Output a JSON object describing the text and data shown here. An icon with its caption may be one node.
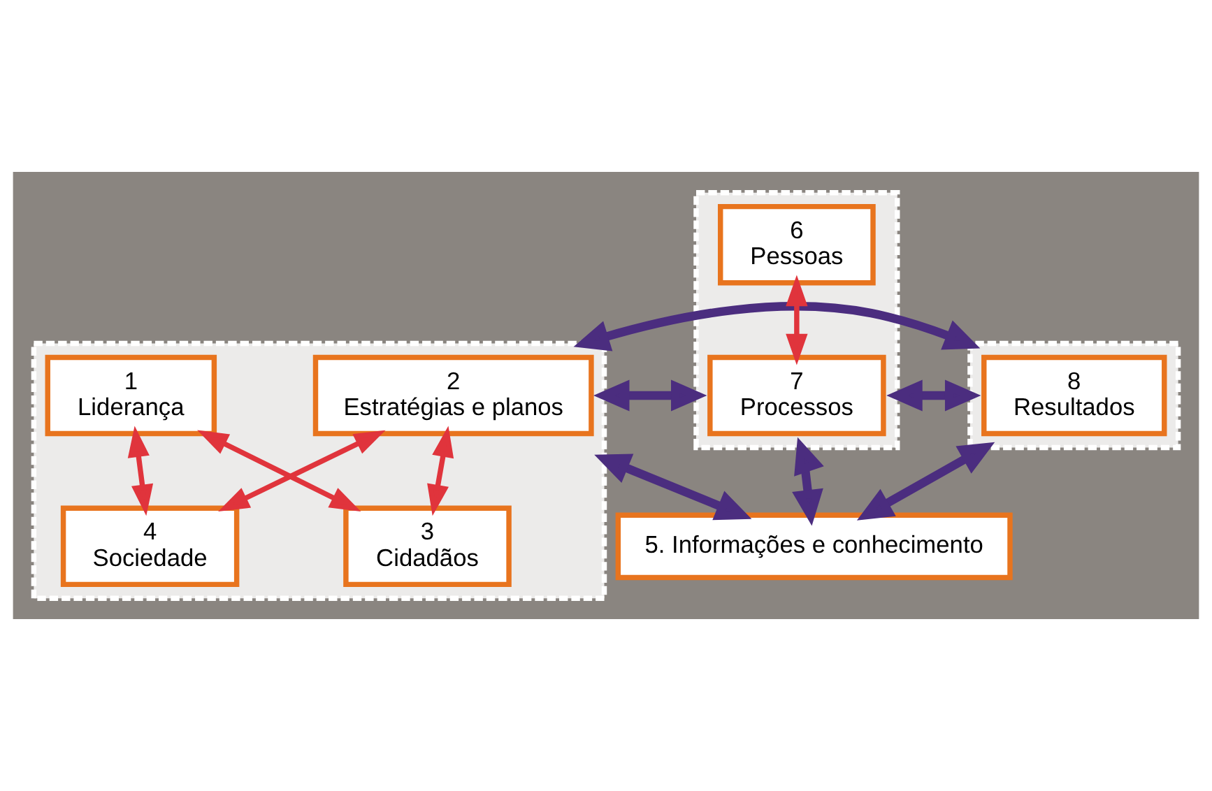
{
  "diagram": {
    "nodes": [
      {
        "text": [],
        "shape": "box"
      },
      {
        "text": [
          "1",
          "Liderança"
        ],
        "in": 0
      },
      {
        "text": [
          "2",
          "Estratégias e planos"
        ],
        "in": 0
      },
      {
        "text": [
          "3",
          "Cidadãos"
        ],
        "in": 0
      },
      {
        "text": [
          "4",
          "Sociedade"
        ],
        "in": 0
      },
      {
        "text": [],
        "shape": "box"
      },
      {
        "text": [
          "6",
          "Pessoas"
        ],
        "in": 5
      },
      {
        "text": [
          "7",
          "Processos"
        ],
        "in": 5
      },
      {
        "text": [],
        "shape": "box"
      },
      {
        "text": [
          "8",
          "Resultados"
        ],
        "in": 8
      },
      {
        "text": [
          "5. Informações e conhecimento"
        ]
      }
    ],
    "edges": [
      {
        "from": 0,
        "to": 8,
        "arrow": "both"
      },
      {
        "from": 1,
        "to": 3,
        "arrow": "both",
        "color": "#e0343c"
      },
      {
        "from": 3,
        "to": 2,
        "arrow": "both",
        "color": "#e0343c"
      },
      {
        "from": 2,
        "to": 4,
        "arrow": "both",
        "color": "#e0343c"
      },
      {
        "from": 1,
        "to": 4,
        "arrow": "both",
        "color": "#e0343c"
      },
      {
        "from": 0,
        "to": 5,
        "arrow": "both"
      },
      {
        "from": 6,
        "to": 7,
        "arrow": "both",
        "color": "#e0343c"
      },
      {
        "from": 5,
        "to": 8,
        "arrow": "both"
      },
      {
        "from": 0,
        "to": 10,
        "arrow": "both"
      },
      {
        "from": 5,
        "to": 10,
        "arrow": "both"
      },
      {
        "from": 8,
        "to": 10,
        "arrow": "both"
      }
    ]
  }
}
